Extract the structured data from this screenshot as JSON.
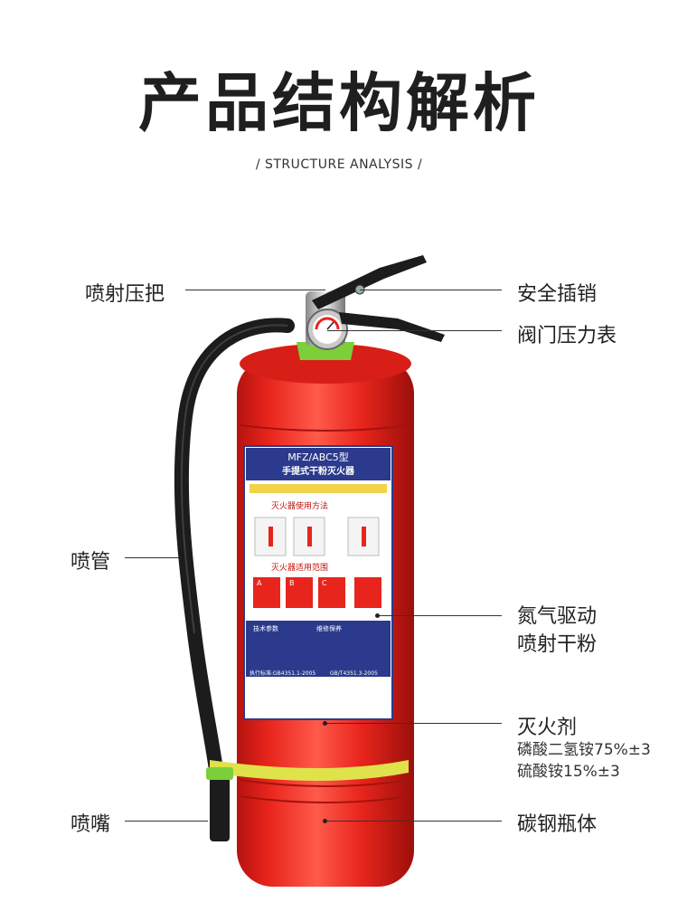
{
  "header": {
    "title": "产品结构解析",
    "subtitle": "/ STRUCTURE ANALYSIS /"
  },
  "callouts": {
    "handle": "喷射压把",
    "safety_pin": "安全插销",
    "gauge": "阀门压力表",
    "hose": "喷管",
    "drive_line1": "氮气驱动",
    "drive_line2": "喷射干粉",
    "agent": "灭火剂",
    "agent_spec1": "磷酸二氢铵75%±3",
    "agent_spec2": "硫酸铵15%±3",
    "nozzle": "喷嘴",
    "body": "碳钢瓶体"
  },
  "product_label": {
    "model": "MFZ/ABC5型",
    "name": "手提式干粉灭火器",
    "usage_title": "灭火器使用方法",
    "scope_title": "灭火器适用范围",
    "class_a": "A",
    "class_b": "B",
    "class_c": "C",
    "tech_params": "技术参数",
    "maintenance": "维修保养",
    "standard_1": "执行标准:GB4351.1-2005",
    "standard_2": "GB/T4351.3-2005"
  },
  "colors": {
    "cylinder_red": "#e8251d",
    "label_navy": "#2b3a8c",
    "hose_black": "#1c1c1c",
    "collar_green": "#7ccf3a",
    "strap_yellow": "#dfe24a"
  }
}
